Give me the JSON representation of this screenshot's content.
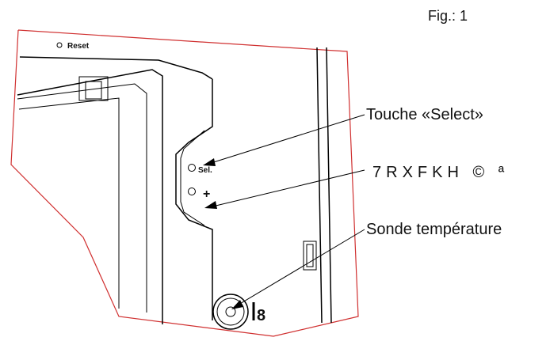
{
  "figure": {
    "label": "Fig.: 1"
  },
  "device": {
    "reset_label": "Reset",
    "select_label": "Sel.",
    "plus_label": "+",
    "probe_symbol": "8"
  },
  "callouts": {
    "select_key": "Touche «Select»",
    "garbled_key": "7RXFKH © ª",
    "temp_probe": "Sonde température"
  }
}
